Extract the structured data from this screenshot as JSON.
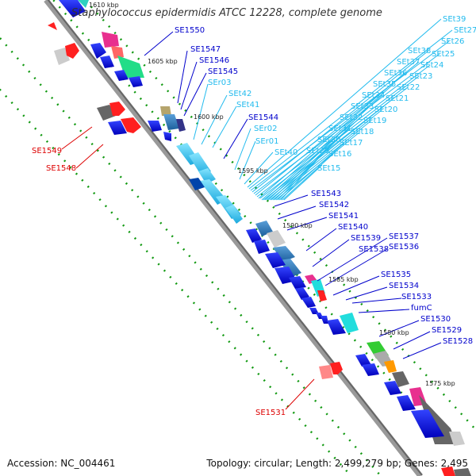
{
  "title": "Staphylococcus epidermidis ATCC 12228, complete genome",
  "footer": {
    "accession": "Accession: NC_004461",
    "topology": "Topology: circular; Length: 2,499,279 bp; Genes: 2,495"
  },
  "colors": {
    "cds": "#0000e6",
    "trna": "#33ccee",
    "rrna": "#2a7fc0",
    "reverse_cds_highlight": "#ff1a1a",
    "label_forward": "#0000cc",
    "label_trna": "#22bbee",
    "label_reverse": "#dd0000",
    "backbone": "#888888",
    "tick": "#009900"
  },
  "scale_labels": [
    "1610 kbp",
    "1605 kbp",
    "1600 kbp",
    "1595 kbp",
    "1590 kbp",
    "1585 kbp",
    "1580 kbp",
    "1575 kbp"
  ],
  "forward_gene_labels": [
    "SE1550",
    "SE1547",
    "SE1546",
    "SE1545",
    "SEr03",
    "SEt42",
    "SEt41",
    "SE1544",
    "SEr02",
    "SEr01",
    "SEt40",
    "SE1543",
    "SE1542",
    "SE1541",
    "SE1540",
    "SE1539",
    "SE1538",
    "SE1537",
    "SE1536",
    "SE1535",
    "SE1534",
    "SE1533",
    "fumC",
    "SE1530",
    "SE1529",
    "SE1528"
  ],
  "trna_cluster_labels": [
    "SEt39",
    "SEt27",
    "SEt26",
    "SEt38",
    "SEt25",
    "SEt37",
    "SEt24",
    "SEt36",
    "SEt23",
    "SEt35",
    "SEt22",
    "SEt34",
    "SEt21",
    "SEt33",
    "SEt20",
    "SEt32",
    "SEt19",
    "SEt31",
    "SEt18",
    "SEt30",
    "SEt17",
    "SEt29",
    "SEt16",
    "SEt15"
  ],
  "reverse_gene_labels": [
    "SE1549",
    "SE1548",
    "SE1531"
  ]
}
